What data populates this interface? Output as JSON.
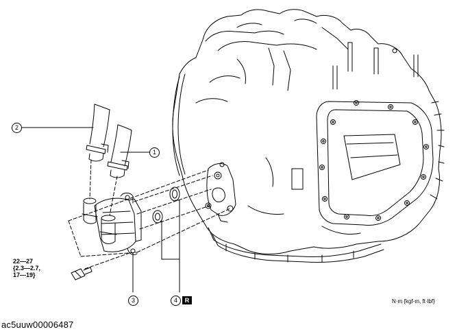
{
  "callouts": [
    "1",
    "2",
    "3",
    "4"
  ],
  "tag": "R",
  "torque_spec": "22—27\n{2.3—2.7,\n17—19}",
  "unit_note": "N·m {kgf-m, ft·lbf}",
  "doc_code": "ac5uuw00006487"
}
